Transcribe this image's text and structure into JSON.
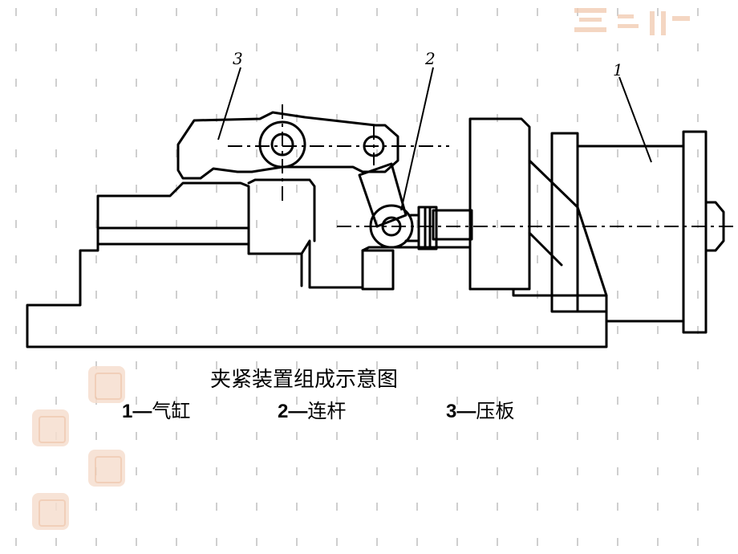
{
  "diagram": {
    "callouts": [
      {
        "id": "1",
        "label": "1"
      },
      {
        "id": "2",
        "label": "2"
      },
      {
        "id": "3",
        "label": "3"
      }
    ]
  },
  "caption": {
    "title": "夹紧装置组成示意图",
    "legend": [
      {
        "num": "1",
        "dash": "—",
        "text": "气缸"
      },
      {
        "num": "2",
        "dash": "—",
        "text": "连杆"
      },
      {
        "num": "3",
        "dash": "—",
        "text": "压板"
      }
    ]
  },
  "colors": {
    "line": "#000000",
    "background": "#ffffff",
    "tick_marks": "#c9c9c9",
    "stamp": "#f3d4c0"
  }
}
